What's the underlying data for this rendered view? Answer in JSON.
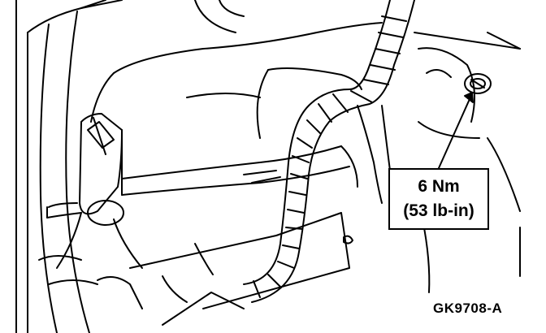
{
  "callout": {
    "torque_nm": "6 Nm",
    "torque_lbin": "(53 lb-in)"
  },
  "figure": {
    "id": "GK9708-A"
  },
  "colors": {
    "line": "#000000",
    "background": "#ffffff"
  }
}
